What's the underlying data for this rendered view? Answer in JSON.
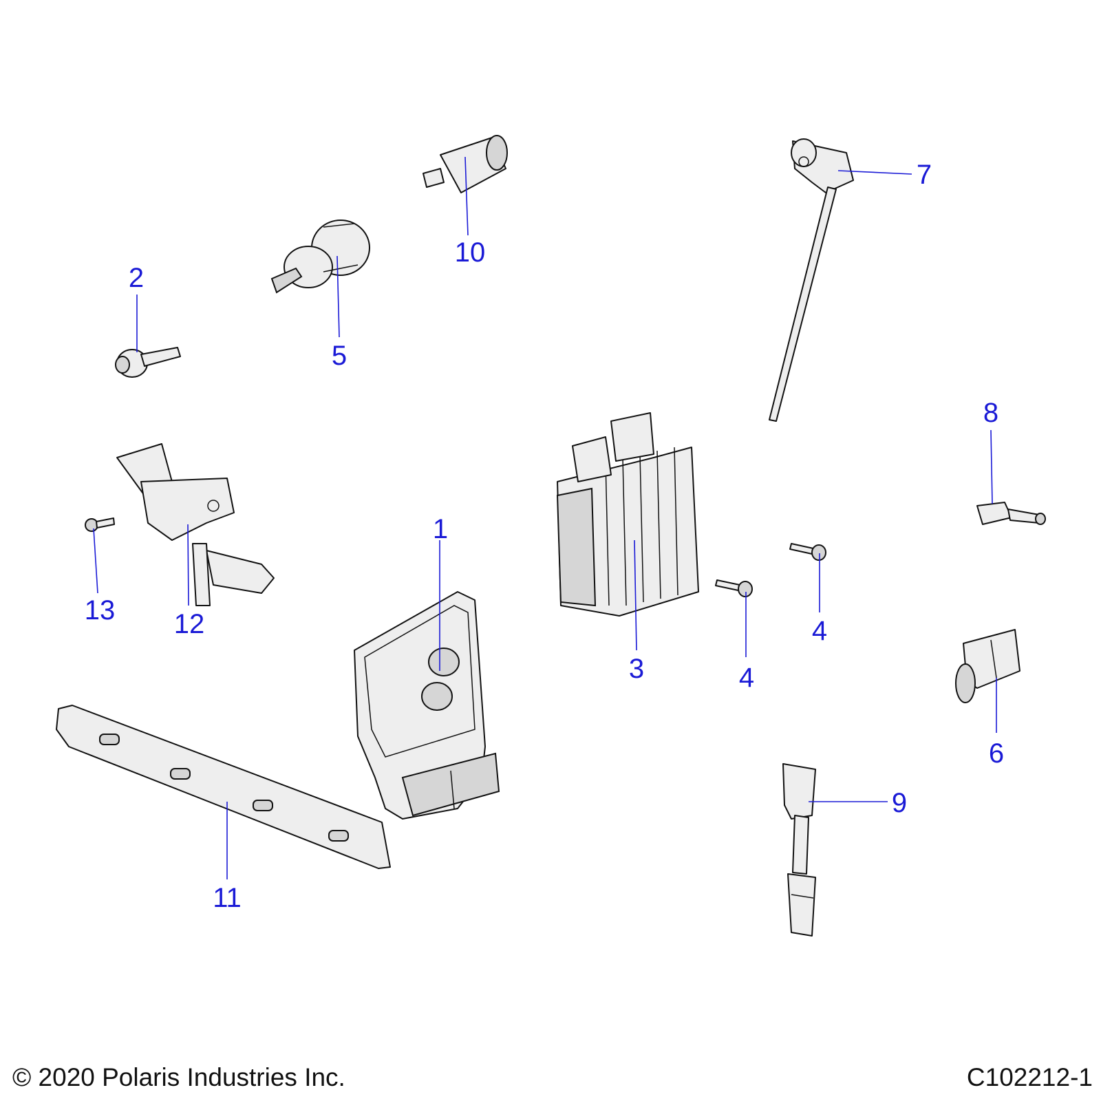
{
  "callouts": [
    {
      "id": "ecu",
      "label": "1"
    },
    {
      "id": "sensor-2",
      "label": "2"
    },
    {
      "id": "regulator",
      "label": "3"
    },
    {
      "id": "bolt-4a",
      "label": "4"
    },
    {
      "id": "bolt-4b",
      "label": "4"
    },
    {
      "id": "ignition-switch",
      "label": "5"
    },
    {
      "id": "map-sensor",
      "label": "6"
    },
    {
      "id": "speed-sensor",
      "label": "7"
    },
    {
      "id": "temp-sensor",
      "label": "8"
    },
    {
      "id": "harness-sensor",
      "label": "9"
    },
    {
      "id": "power-outlet",
      "label": "10"
    },
    {
      "id": "bracket",
      "label": "11"
    },
    {
      "id": "purge-valve",
      "label": "12"
    },
    {
      "id": "screw",
      "label": "13"
    }
  ],
  "footer": {
    "copyright": "© 2020 Polaris Industries Inc.",
    "drawing_number": "C102212-1"
  }
}
